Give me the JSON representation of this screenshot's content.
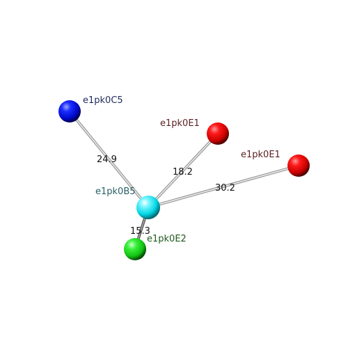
{
  "atoms": [
    {
      "id": "center",
      "label": "e1pk0B5",
      "color": "#00e5f0",
      "label_color": "#2a5f66"
    },
    {
      "id": "c5",
      "label": "e1pk0C5",
      "color": "#0010e0",
      "label_color": "#1f2a5c"
    },
    {
      "id": "e1a",
      "label": "e1pk0E1",
      "color": "#e00000",
      "label_color": "#5a1f1f"
    },
    {
      "id": "e1b",
      "label": "e1pk0E1",
      "color": "#e00000",
      "label_color": "#5a1f1f"
    },
    {
      "id": "e2",
      "label": "e1pk0E2",
      "color": "#20e020",
      "label_color": "#1f5a1f"
    }
  ],
  "bonds": [
    {
      "from": "center",
      "to": "c5",
      "distance": "24.9"
    },
    {
      "from": "center",
      "to": "e1a",
      "distance": "18.2"
    },
    {
      "from": "center",
      "to": "e1b",
      "distance": "30.2"
    },
    {
      "from": "center",
      "to": "e2",
      "distance": "15.3"
    }
  ]
}
